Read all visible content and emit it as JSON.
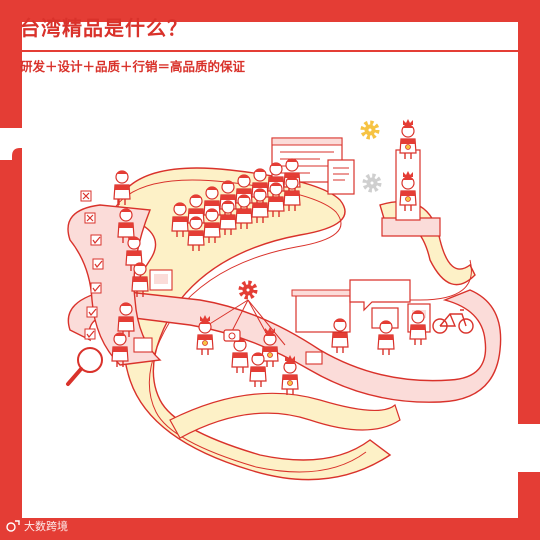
{
  "header": {
    "title": "台湾精品是什么？",
    "subtitle": "研发＋设计＋品质＋行销＝高品质的保证"
  },
  "watermark": {
    "text": "大数跨境"
  },
  "colors": {
    "frame_red": "#e43d35",
    "title_red": "#d9322b",
    "panel_white": "#ffffff",
    "platform_pink": "#fbdcd9",
    "platform_cream": "#fdf1c7",
    "line": "#d9322b"
  },
  "icons": [
    "gear-icon",
    "magnifier-icon",
    "bicycle-icon",
    "camera-icon",
    "checkbox-icon",
    "speech-bubble-icon",
    "crown-icon",
    "browser-window-icon"
  ]
}
